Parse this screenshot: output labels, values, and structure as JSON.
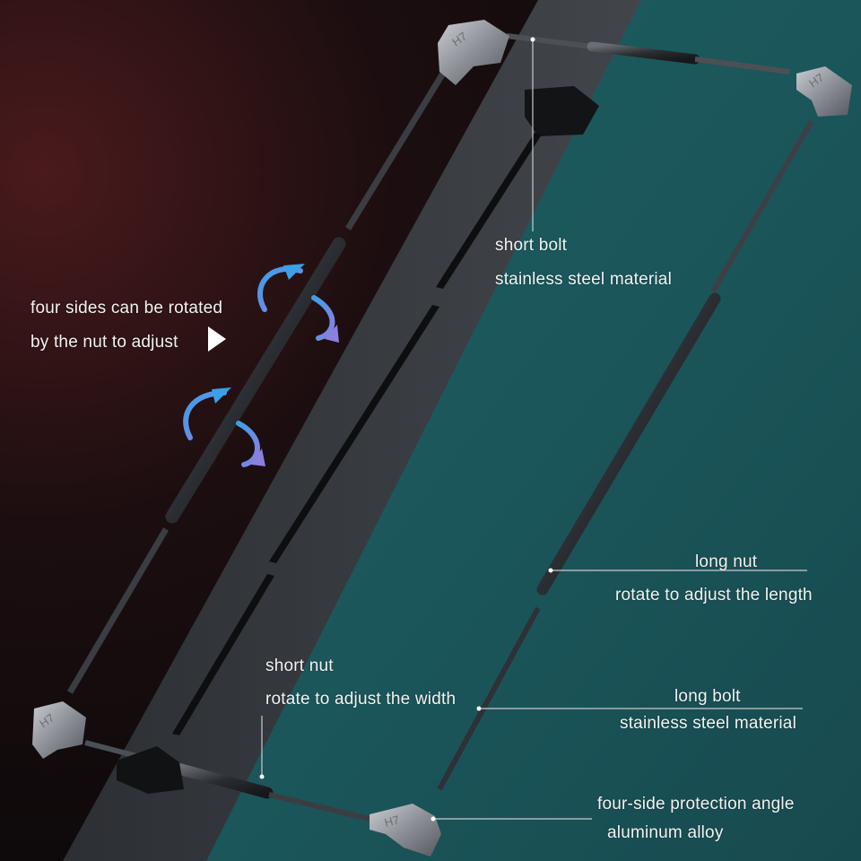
{
  "annotations": {
    "rotate_title": "four sides can be rotated",
    "rotate_sub": "by the nut to adjust",
    "short_bolt_title": "short bolt",
    "short_bolt_sub": "stainless steel material",
    "long_nut_title": "long nut",
    "long_nut_sub": "rotate to adjust the length",
    "short_nut_title": "short nut",
    "short_nut_sub": "rotate to adjust the width",
    "long_bolt_title": "long bolt",
    "long_bolt_sub": "stainless steel material",
    "corner_title": "four-side protection angle",
    "corner_sub": "aluminum alloy"
  },
  "corner_logo_text": "H7",
  "colors": {
    "background_left": "#2a1214",
    "phone_back": "#1f5a5e",
    "phone_side": "#3c4046",
    "arrow_blue": "#3aa0e8",
    "arrow_purple": "#8b7fe0",
    "text": "#f2f2f2"
  }
}
